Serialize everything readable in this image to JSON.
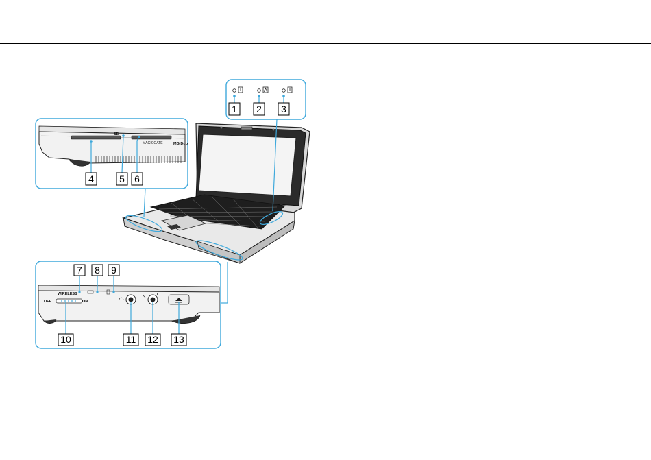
{
  "callouts": [
    {
      "label": "1"
    },
    {
      "label": "2"
    },
    {
      "label": "3"
    },
    {
      "label": "4"
    },
    {
      "label": "5"
    },
    {
      "label": "6"
    },
    {
      "label": "7"
    },
    {
      "label": "8"
    },
    {
      "label": "9"
    },
    {
      "label": "10"
    },
    {
      "label": "11"
    },
    {
      "label": "12"
    },
    {
      "label": "13"
    }
  ],
  "front_panel": {
    "sd_label": "SD",
    "memory_stick_label": "MAGICGATE",
    "memory_stick_duo_label": "MG Duo"
  },
  "side_panel": {
    "wireless_label": "WIRELESS",
    "off_label": "OFF",
    "on_label": "ON"
  },
  "colors": {
    "callout_panel": "#3fa9dc",
    "rule": "#000000"
  }
}
